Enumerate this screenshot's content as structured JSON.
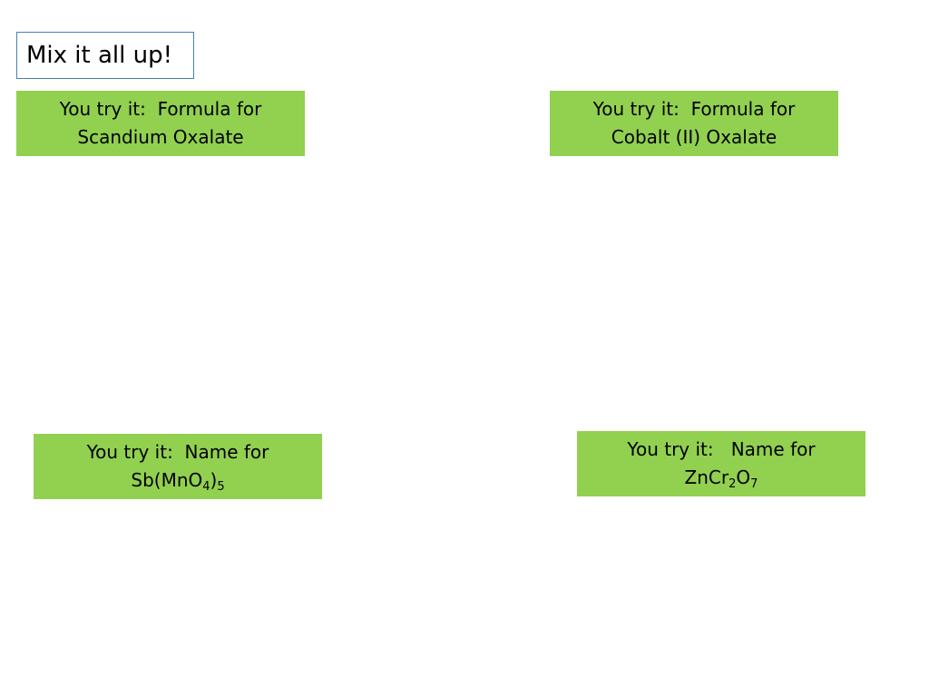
{
  "slide": {
    "title": "Mix it all up!"
  },
  "cards": {
    "scandium": {
      "line1": "You try it:  Formula for",
      "line2": "Scandium Oxalate"
    },
    "cobalt": {
      "line1": "You try it:  Formula for",
      "line2": "Cobalt (II) Oxalate"
    },
    "antimony": {
      "line1": "You try it:  Name for",
      "formula": {
        "a": "Sb(MnO",
        "sub1": "4",
        "b": ")",
        "sub2": "5"
      }
    },
    "zinc": {
      "line1": "You try it:   Name for",
      "formula": {
        "a": "ZnCr",
        "sub1": "2",
        "b": "O",
        "sub2": "7"
      }
    }
  },
  "colors": {
    "card_fill": "#92d050",
    "title_border": "#4a7ebb"
  }
}
